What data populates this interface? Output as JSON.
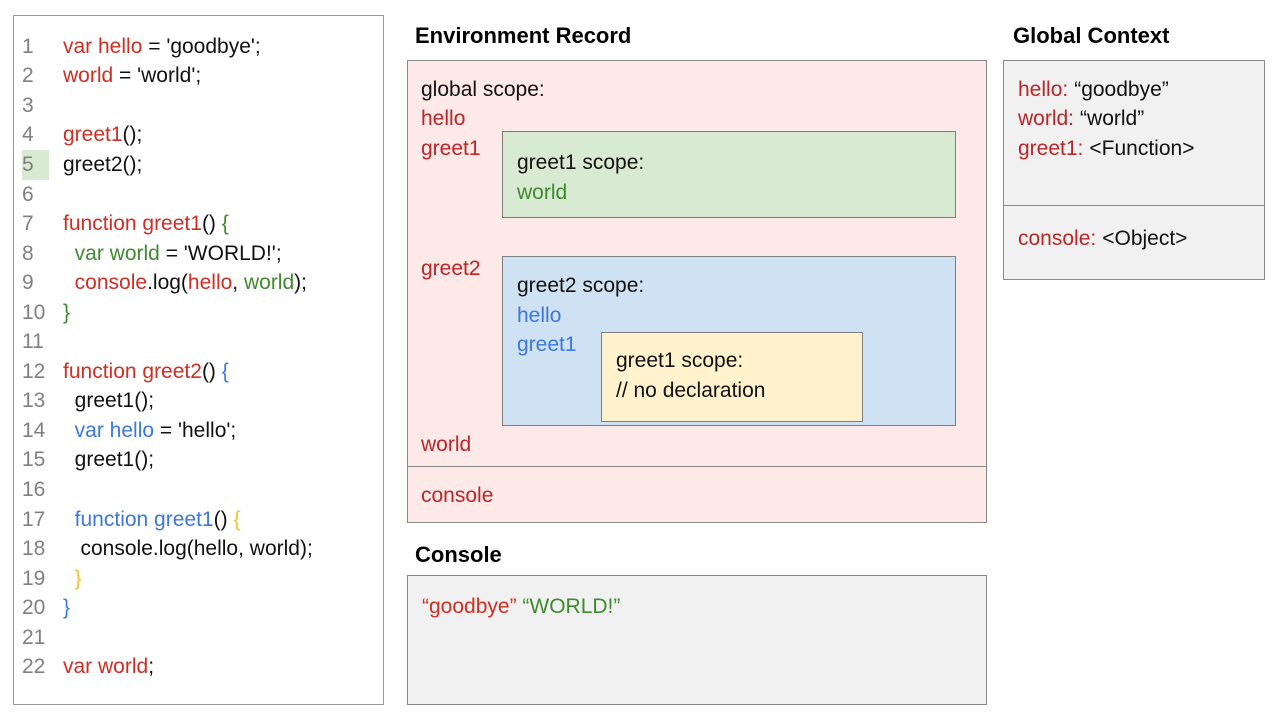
{
  "code": {
    "highlighted_line": 5,
    "lines": [
      {
        "n": 1,
        "seg": [
          {
            "t": "var hello ",
            "c": "red"
          },
          {
            "t": "= 'goodbye';",
            "c": "black"
          }
        ]
      },
      {
        "n": 2,
        "seg": [
          {
            "t": "world ",
            "c": "red"
          },
          {
            "t": "= 'world';",
            "c": "black"
          }
        ]
      },
      {
        "n": 3,
        "seg": []
      },
      {
        "n": 4,
        "seg": [
          {
            "t": "greet1",
            "c": "red"
          },
          {
            "t": "();",
            "c": "black"
          }
        ]
      },
      {
        "n": 5,
        "seg": [
          {
            "t": "greet2();",
            "c": "black"
          }
        ]
      },
      {
        "n": 6,
        "seg": []
      },
      {
        "n": 7,
        "seg": [
          {
            "t": "function greet1",
            "c": "red"
          },
          {
            "t": "() ",
            "c": "black"
          },
          {
            "t": "{",
            "c": "green"
          }
        ]
      },
      {
        "n": 8,
        "seg": [
          {
            "t": "  ",
            "c": "black"
          },
          {
            "t": "var world ",
            "c": "green"
          },
          {
            "t": "= 'WORLD!';",
            "c": "black"
          }
        ]
      },
      {
        "n": 9,
        "seg": [
          {
            "t": "  ",
            "c": "black"
          },
          {
            "t": "console",
            "c": "red"
          },
          {
            "t": ".log(",
            "c": "black"
          },
          {
            "t": "hello",
            "c": "red"
          },
          {
            "t": ", ",
            "c": "black"
          },
          {
            "t": "world",
            "c": "green"
          },
          {
            "t": ");",
            "c": "black"
          }
        ]
      },
      {
        "n": 10,
        "seg": [
          {
            "t": "}",
            "c": "green"
          }
        ]
      },
      {
        "n": 11,
        "seg": []
      },
      {
        "n": 12,
        "seg": [
          {
            "t": "function greet2",
            "c": "red"
          },
          {
            "t": "() ",
            "c": "black"
          },
          {
            "t": "{",
            "c": "blue"
          }
        ]
      },
      {
        "n": 13,
        "seg": [
          {
            "t": "  greet1();",
            "c": "black"
          }
        ]
      },
      {
        "n": 14,
        "seg": [
          {
            "t": "  ",
            "c": "black"
          },
          {
            "t": "var hello ",
            "c": "blue"
          },
          {
            "t": "= 'hello';",
            "c": "black"
          }
        ]
      },
      {
        "n": 15,
        "seg": [
          {
            "t": "  greet1();",
            "c": "black"
          }
        ]
      },
      {
        "n": 16,
        "seg": []
      },
      {
        "n": 17,
        "seg": [
          {
            "t": "  ",
            "c": "black"
          },
          {
            "t": "function greet1",
            "c": "blue"
          },
          {
            "t": "() ",
            "c": "black"
          },
          {
            "t": "{",
            "c": "yellow"
          }
        ]
      },
      {
        "n": 18,
        "seg": [
          {
            "t": "   console.log(hello, world);",
            "c": "black"
          }
        ]
      },
      {
        "n": 19,
        "seg": [
          {
            "t": "  ",
            "c": "black"
          },
          {
            "t": "}",
            "c": "yellow"
          }
        ]
      },
      {
        "n": 20,
        "seg": [
          {
            "t": "}",
            "c": "blue"
          }
        ]
      },
      {
        "n": 21,
        "seg": []
      },
      {
        "n": 22,
        "seg": [
          {
            "t": "var world",
            "c": "red"
          },
          {
            "t": ";",
            "c": "black"
          }
        ]
      }
    ]
  },
  "environment_record": {
    "title": "Environment Record",
    "global_scope": {
      "label": "global scope:",
      "vars_top": [
        "hello",
        "greet1"
      ],
      "var_mid": "greet2",
      "var_bottom": "world",
      "console_var": "console"
    },
    "greet1_scope": {
      "title": "greet1 scope:",
      "var": "world"
    },
    "greet2_scope": {
      "title": "greet2 scope:",
      "vars": [
        "hello",
        "greet1"
      ]
    },
    "inner_greet1_scope": {
      "title": "greet1 scope:",
      "comment": "// no declaration"
    }
  },
  "global_context": {
    "title": "Global Context",
    "entries": [
      {
        "name": "hello:",
        "value": "“goodbye”"
      },
      {
        "name": "world:",
        "value": "“world”"
      },
      {
        "name": "greet1:",
        "value": "<Function>"
      }
    ],
    "console_entry": {
      "name": "console:",
      "value": "<Object>"
    }
  },
  "console_panel": {
    "title": "Console",
    "output": [
      {
        "text": "“goodbye”",
        "color": "red"
      },
      {
        "text": "“WORLD!”",
        "color": "green"
      }
    ]
  },
  "colors": {
    "code_red": "#cf2e24",
    "code_green": "#3f8a2f",
    "code_blue": "#3c78d8",
    "code_yellow": "#f1c232",
    "record_red": "#b92528",
    "pink_bg": "#fce9e8",
    "green_bg": "#d9ead3",
    "blue_bg": "#cfe2f3",
    "yellow_bg": "#fff2cc",
    "gray_bg": "#f1f1f1",
    "line_highlight": "#d9ead3"
  }
}
